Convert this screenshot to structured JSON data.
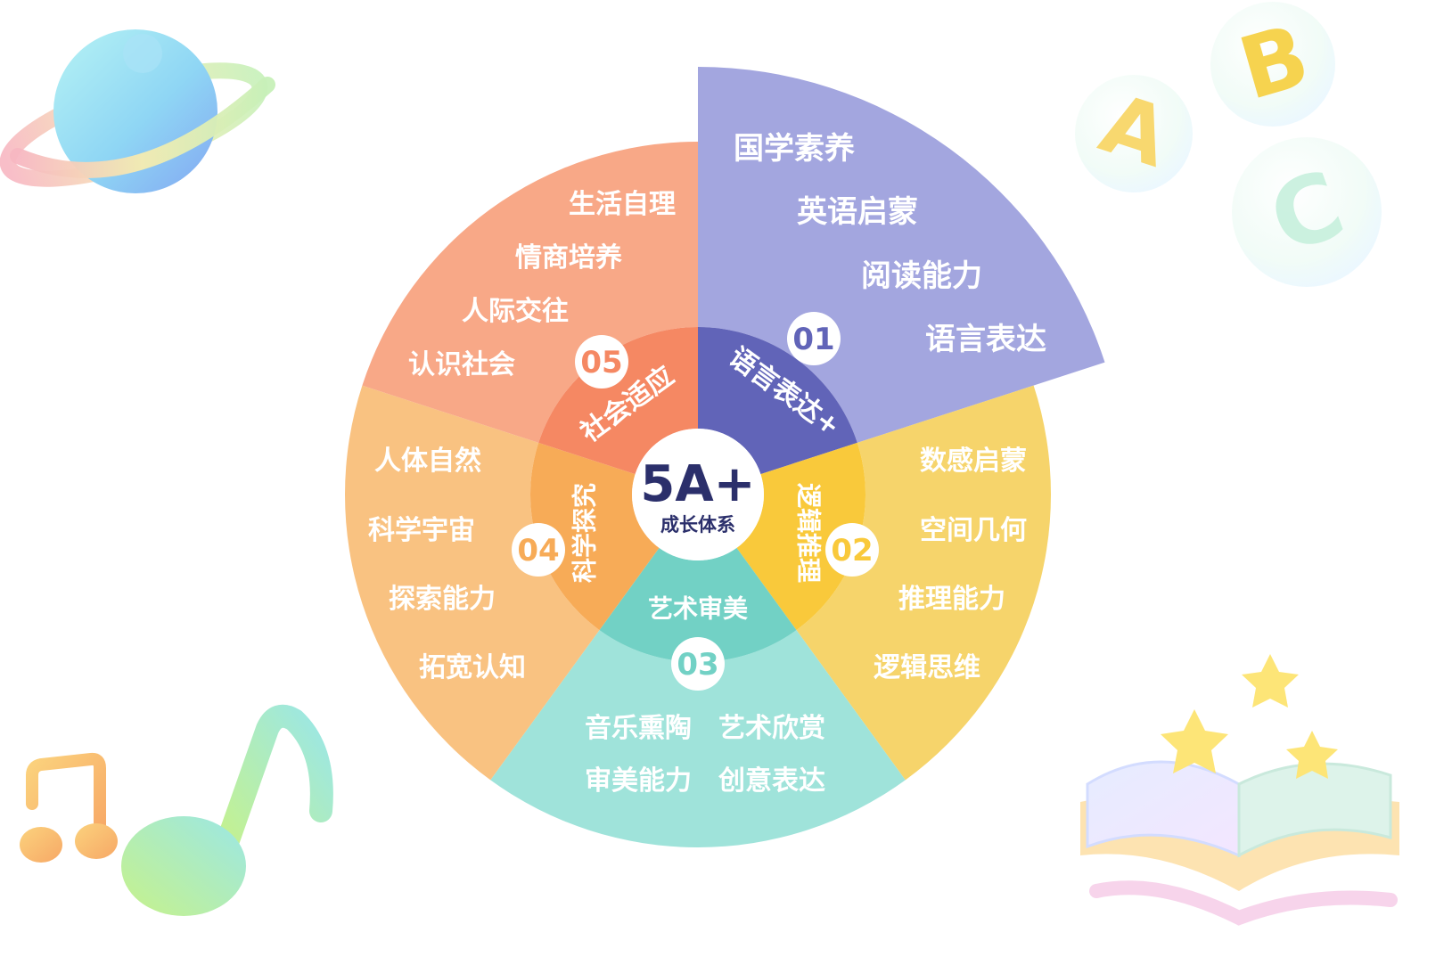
{
  "center": {
    "title": "5A+",
    "subtitle": "成长体系"
  },
  "colors": {
    "text_dark": "#2b2f6b",
    "white": "#ffffff",
    "language_outer": "#a3a6df",
    "language_inner": "#6164b8",
    "logic_outer": "#f6d46b",
    "logic_inner": "#f9c93b",
    "art_outer": "#9fe3da",
    "art_inner": "#72d1c5",
    "science_outer": "#f9c281",
    "science_inner": "#f7ab57",
    "social_outer": "#f8a887",
    "social_inner": "#f58863"
  },
  "sectors": [
    {
      "id": "language",
      "number": "01",
      "name": "语言表达+",
      "items": [
        "国学素养",
        "英语启蒙",
        "阅读能力",
        "语言表达"
      ]
    },
    {
      "id": "logic",
      "number": "02",
      "name": "逻辑推理",
      "items": [
        "数感启蒙",
        "空间几何",
        "推理能力",
        "逻辑思维"
      ]
    },
    {
      "id": "art",
      "number": "03",
      "name": "艺术审美",
      "items": [
        "音乐熏陶",
        "艺术欣赏",
        "审美能力",
        "创意表达"
      ]
    },
    {
      "id": "science",
      "number": "04",
      "name": "科学探究",
      "items": [
        "人体自然",
        "科学宇宙",
        "探索能力",
        "拓宽认知"
      ]
    },
    {
      "id": "social",
      "number": "05",
      "name": "社会适应",
      "items": [
        "生活自理",
        "情商培养",
        "人际交往",
        "认识社会"
      ]
    }
  ],
  "decorations": {
    "letters": [
      "A",
      "B",
      "C"
    ],
    "planet": "planet-icon",
    "music": "music-notes-icon",
    "book": "open-book-icon",
    "stars": "star-icon"
  }
}
